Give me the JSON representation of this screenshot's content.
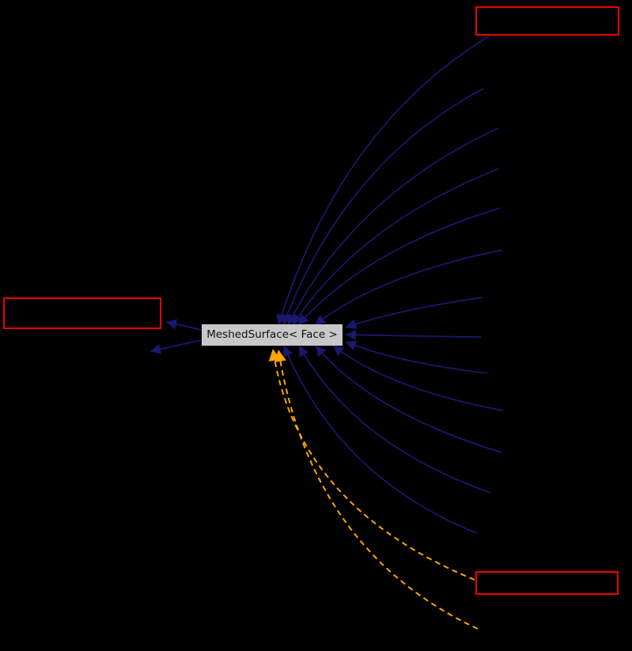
{
  "diagram": {
    "kind": "collaboration-graph",
    "central_node": {
      "label": "MeshedSurface< Face >"
    },
    "linked_nodes": [
      {
        "id": "top-right",
        "label": ""
      },
      {
        "id": "left",
        "label": ""
      },
      {
        "id": "bottom-right",
        "label": ""
      }
    ],
    "colors": {
      "background": "#000000",
      "edge_primary": "#191970",
      "edge_template": "#ffa500",
      "linked_box_border": "#ee0000",
      "node_fill": "#c8c8c8",
      "node_text": "#111111"
    }
  }
}
